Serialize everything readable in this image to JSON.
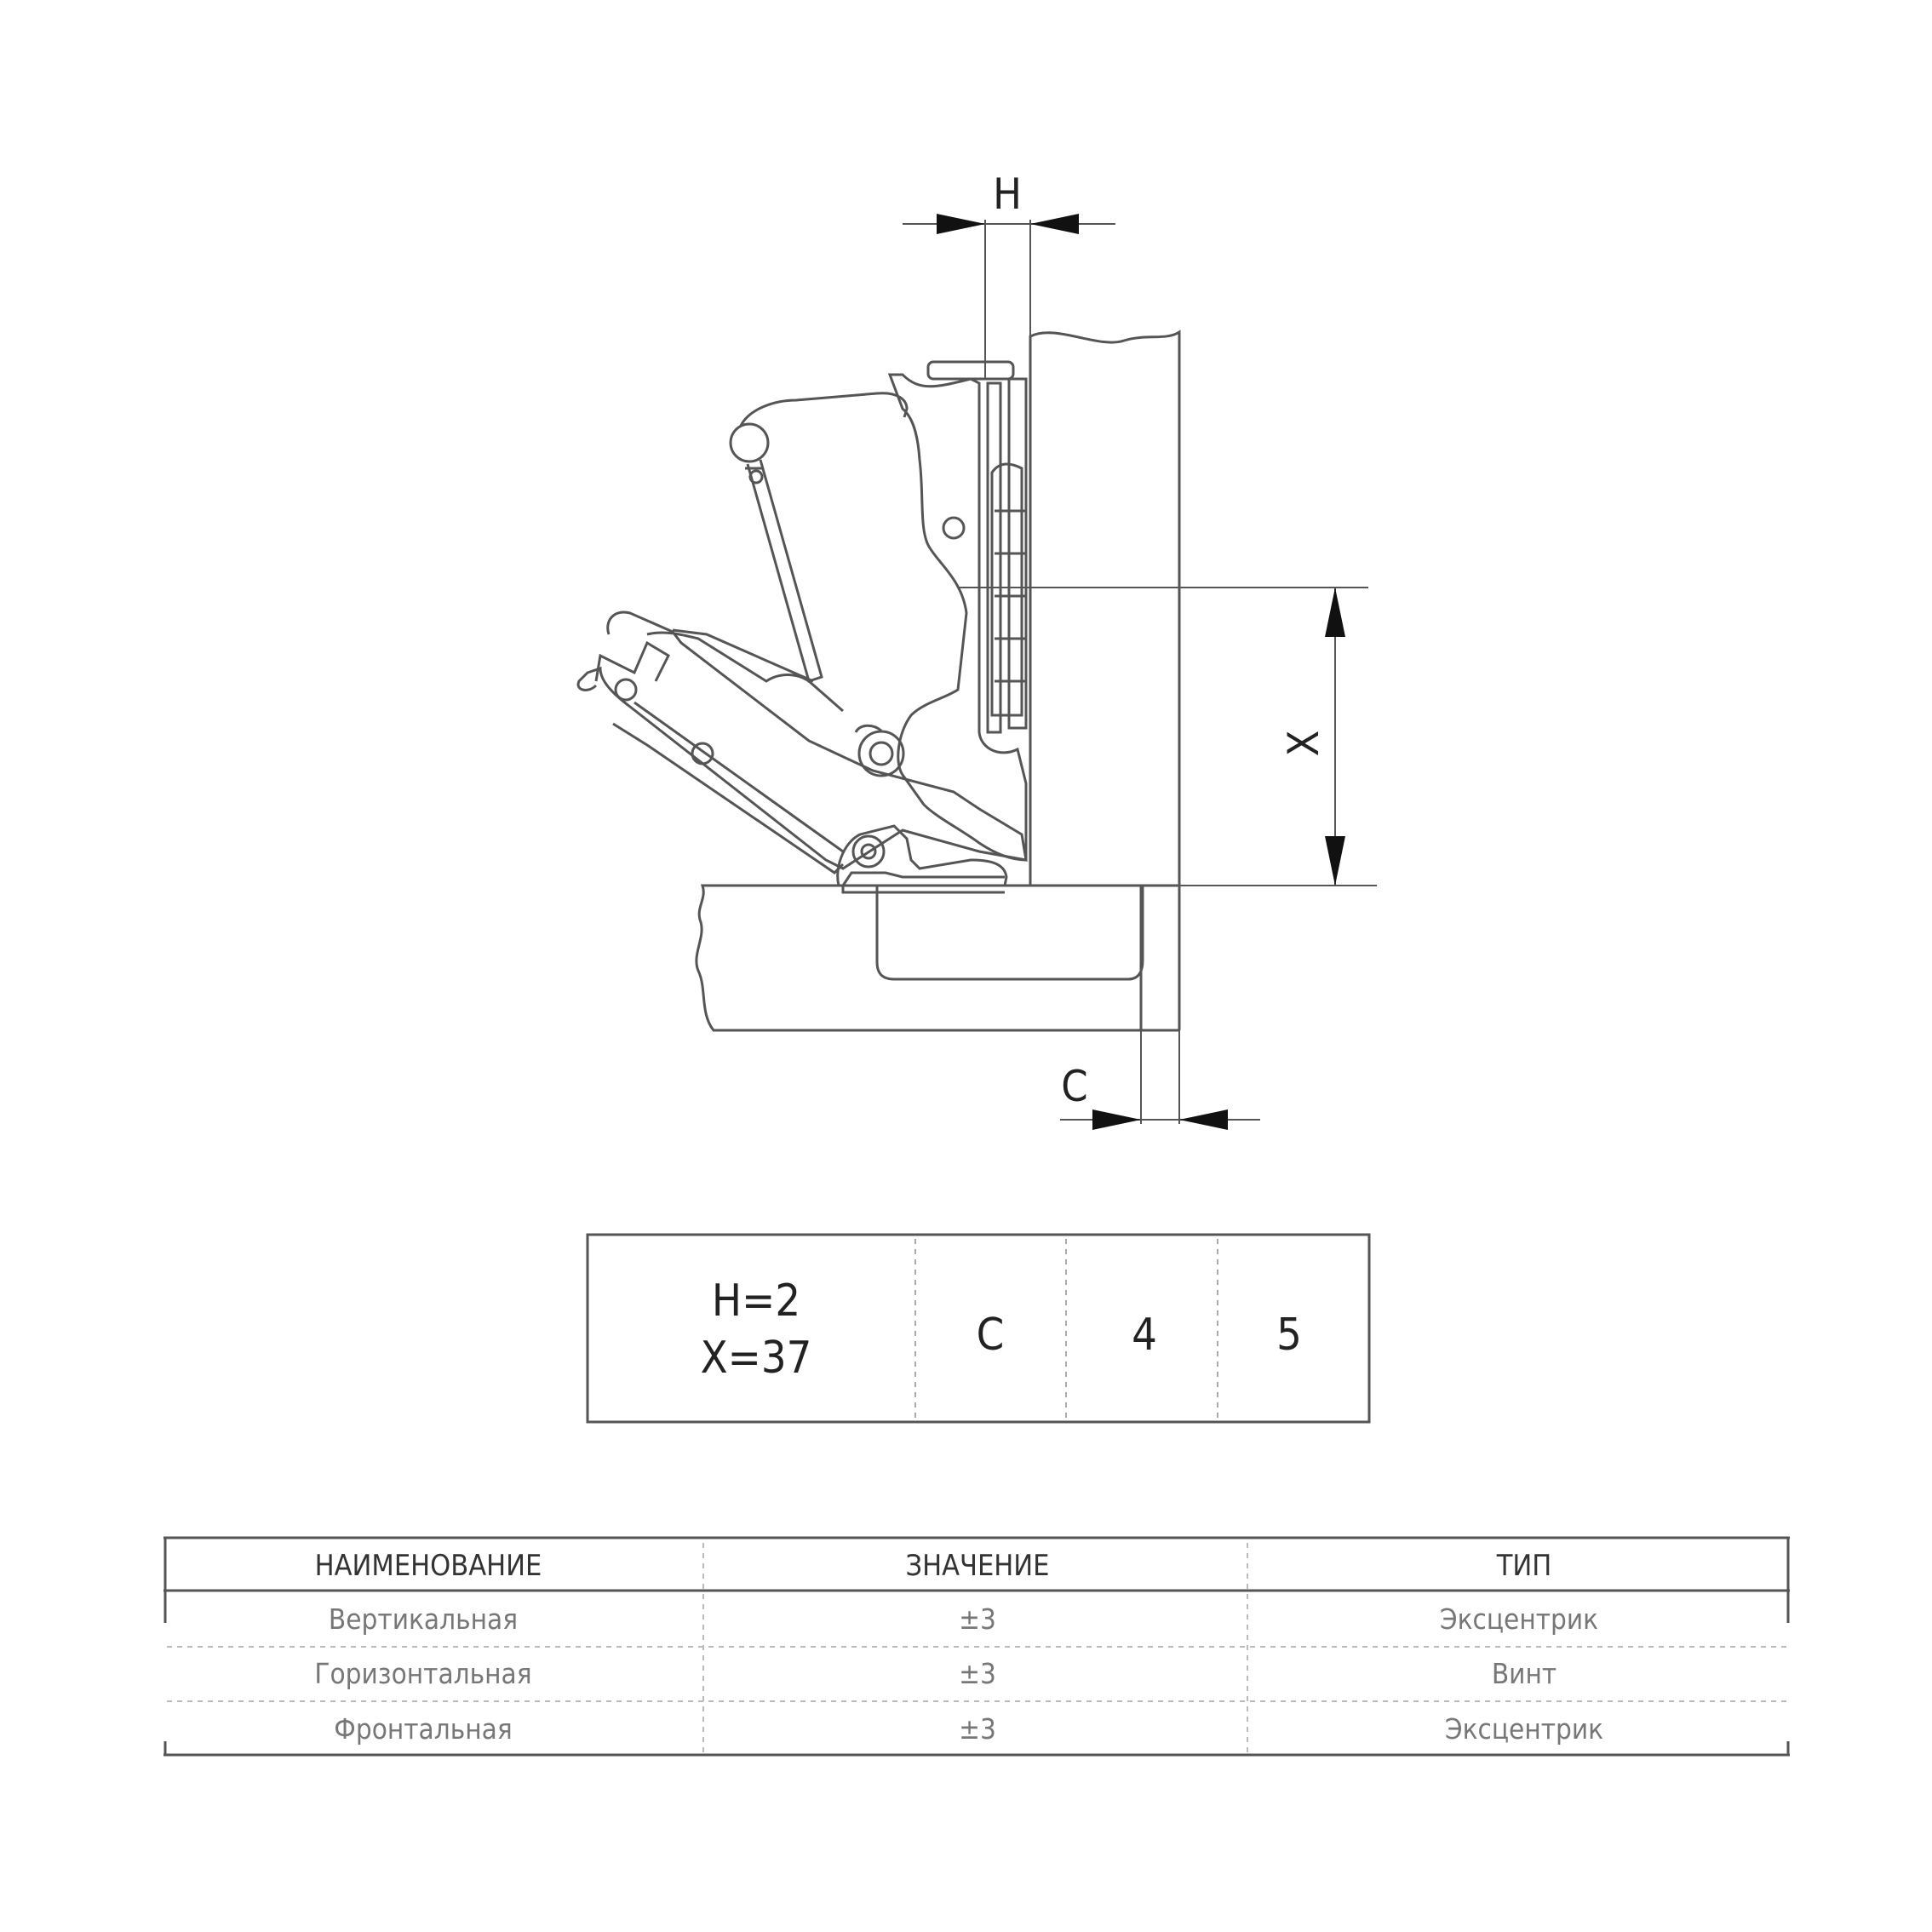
{
  "dimensions": {
    "h_label": "H",
    "x_label": "X",
    "c_label": "C"
  },
  "spec_box": {
    "line1": "H=2",
    "line2": "X=37",
    "col2": "C",
    "col3": "4",
    "col4": "5"
  },
  "adjust_table": {
    "headers": [
      "НАИМЕНОВАНИЕ",
      "ЗНАЧЕНИЕ",
      "ТИП"
    ],
    "rows": [
      [
        "Вертикальная",
        "±3",
        "Эксцентрик"
      ],
      [
        "Горизонтальная",
        "±3",
        "Винт"
      ],
      [
        "Фронтальная",
        "±3",
        "Эксцентрик"
      ]
    ]
  },
  "colors": {
    "line": "#555555",
    "text": "#222222",
    "muted": "#777777"
  }
}
